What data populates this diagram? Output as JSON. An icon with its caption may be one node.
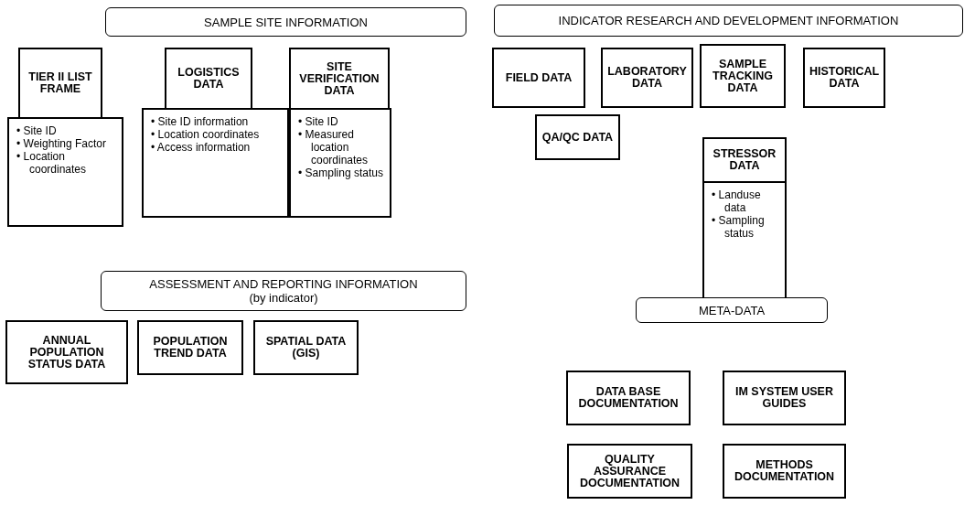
{
  "diagram": {
    "nodes": [
      {
        "text": [
          "SAMPLE SITE INFORMATION"
        ]
      },
      {
        "text": [
          "TIER II LIST FRAME"
        ]
      },
      {
        "text": [
          "• Site ID",
          "• Weighting Factor",
          "• Location coordinates"
        ]
      },
      {
        "text": [
          "LOGISTICS DATA"
        ]
      },
      {
        "text": [
          "• Site ID information",
          "• Location coordinates",
          "• Access information"
        ]
      },
      {
        "text": [
          "SITE VERIFICATION DATA"
        ]
      },
      {
        "text": [
          "• Site ID",
          "• Measured location coordinates",
          "• Sampling status"
        ]
      },
      {
        "text": [
          "INDICATOR RESEARCH AND DEVELOPMENT INFORMATION"
        ]
      },
      {
        "text": [
          "FIELD DATA"
        ]
      },
      {
        "text": [
          "LABORATORY DATA"
        ]
      },
      {
        "text": [
          "SAMPLE TRACKING DATA"
        ]
      },
      {
        "text": [
          "HISTORICAL DATA"
        ]
      },
      {
        "text": [
          "QA/QC DATA"
        ]
      },
      {
        "text": [
          "STRESSOR DATA"
        ]
      },
      {
        "text": [
          "• Landuse data",
          "• Sampling status"
        ]
      },
      {
        "text": [
          "META-DATA"
        ]
      },
      {
        "text": [
          "ASSESSMENT AND REPORTING INFORMATION",
          "(by indicator)"
        ]
      },
      {
        "text": [
          "ANNUAL POPULATION STATUS DATA"
        ]
      },
      {
        "text": [
          "POPULATION TREND DATA"
        ]
      },
      {
        "text": [
          "SPATIAL DATA (GIS)"
        ]
      },
      {
        "text": [
          "DATA BASE DOCUMENTATION"
        ]
      },
      {
        "text": [
          "IM SYSTEM USER GUIDES"
        ]
      },
      {
        "text": [
          "QUALITY ASSURANCE DOCUMENTATION"
        ]
      },
      {
        "text": [
          "METHODS DOCUMENTATION"
        ]
      }
    ]
  }
}
